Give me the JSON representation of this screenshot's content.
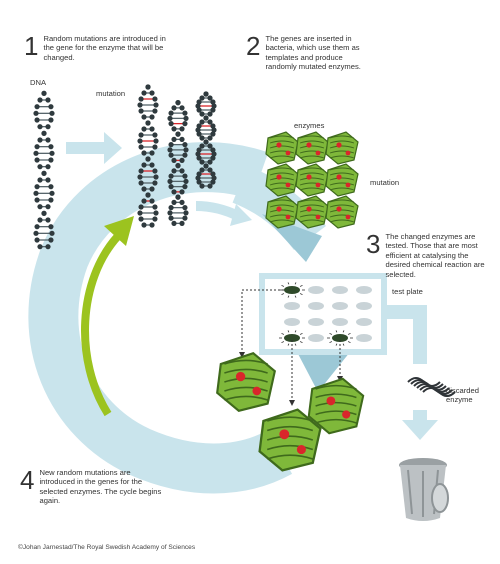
{
  "steps": [
    {
      "number": "1",
      "text": "Random mutations are introduced in the gene for the enzyme that will be changed."
    },
    {
      "number": "2",
      "text": "The genes are inserted in bacteria, which use them as templates and produce randomly mutated enzymes."
    },
    {
      "number": "3",
      "text": "The changed enzymes are tested. Those that are most efficient at catalysing the desired chemical reaction are selected."
    },
    {
      "number": "4",
      "text": "New random mutations are introduced in the genes for the selected enzymes. The cycle begins again."
    }
  ],
  "labels": {
    "dna": "DNA",
    "mutation_dna": "mutation",
    "enzymes": "enzymes",
    "mutation_enzyme": "mutation",
    "test_plate": "test plate",
    "discarded": "discarded enzyme"
  },
  "credit": "©Johan Jarnestad/The Royal Swedish Academy of Sciences",
  "colors": {
    "cycle": "#c9e4ec",
    "cycle_dark": "#9cc8d6",
    "lime": "#9cc31f",
    "dna_dark": "#2f3a3e",
    "mutation_red": "#d9262b",
    "enzyme_green": "#7fb83a",
    "enzyme_dark": "#3f6a1c",
    "discarded": "#2f3438"
  }
}
